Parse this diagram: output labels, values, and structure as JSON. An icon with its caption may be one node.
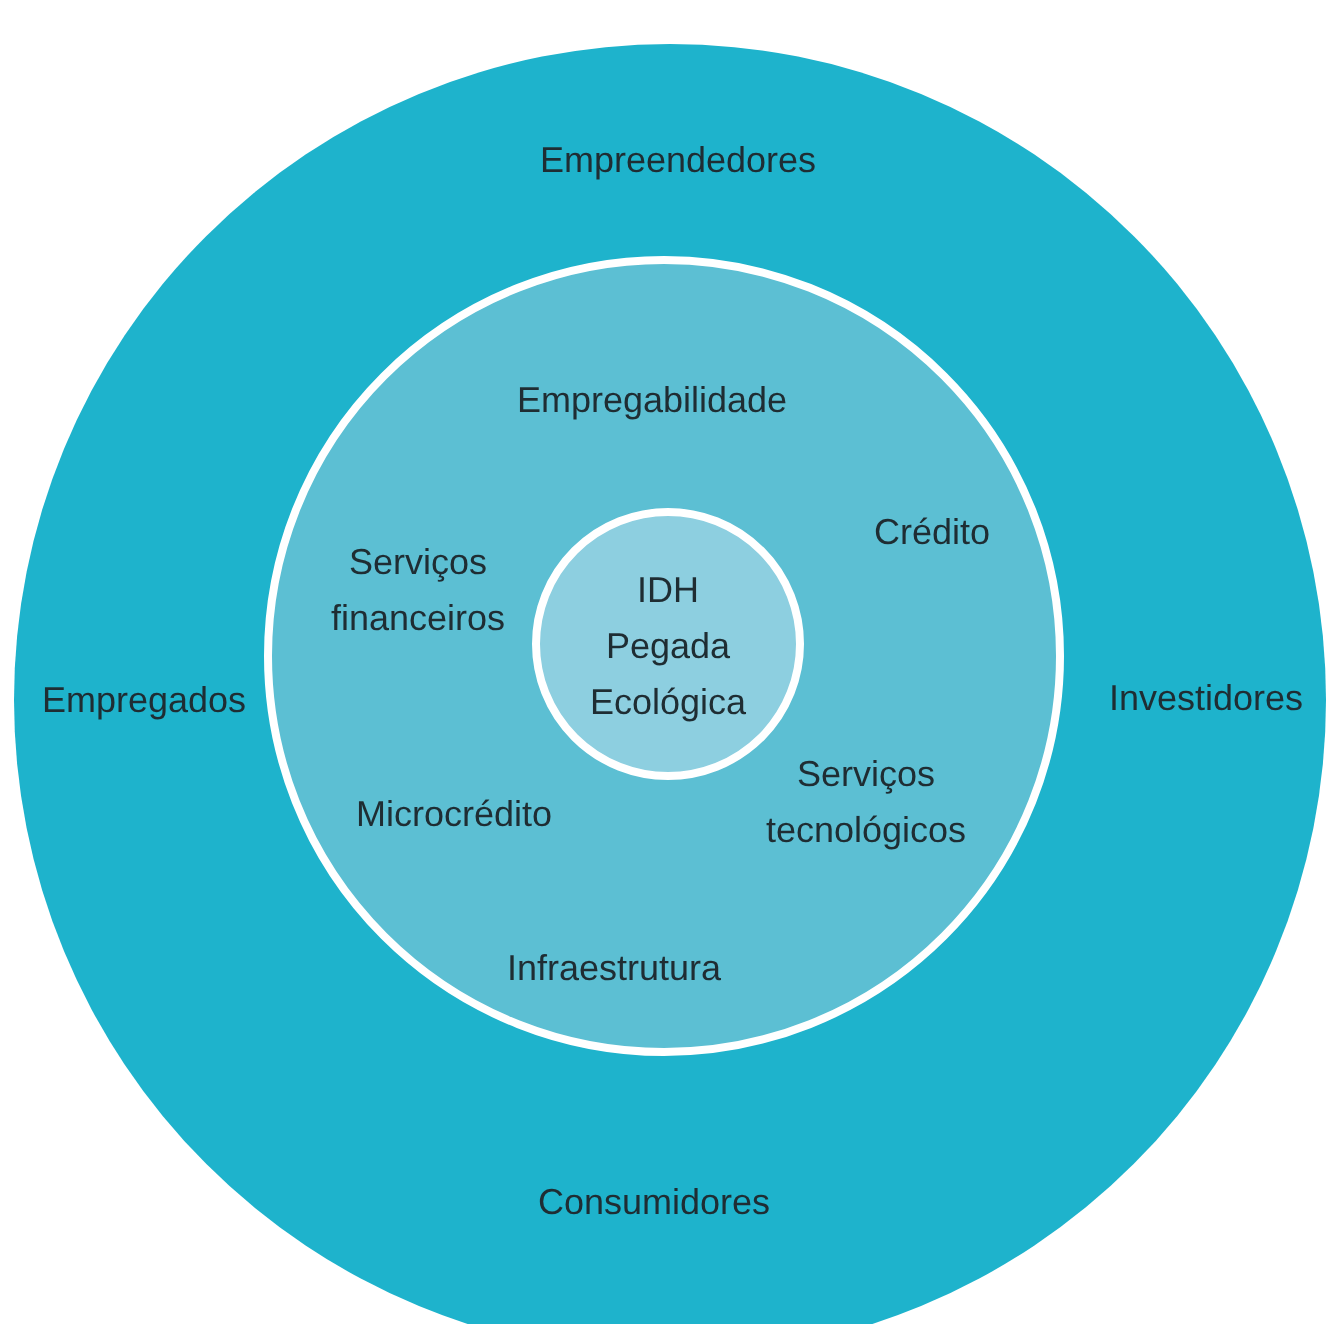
{
  "diagram": {
    "nodes": [
      {
        "text": [
          "Empreendedores",
          "Empregados",
          "Investidores",
          "Consumidores"
        ]
      },
      {
        "text": [
          "Empregabilidade",
          "Serviços financeiros",
          "Crédito",
          "Microcrédito",
          "Serviços tecnológicos",
          "Infraestrutura"
        ],
        "in": 0
      },
      {
        "text": [
          "IDH",
          "Pegada Ecológica"
        ],
        "in": 1
      }
    ]
  }
}
